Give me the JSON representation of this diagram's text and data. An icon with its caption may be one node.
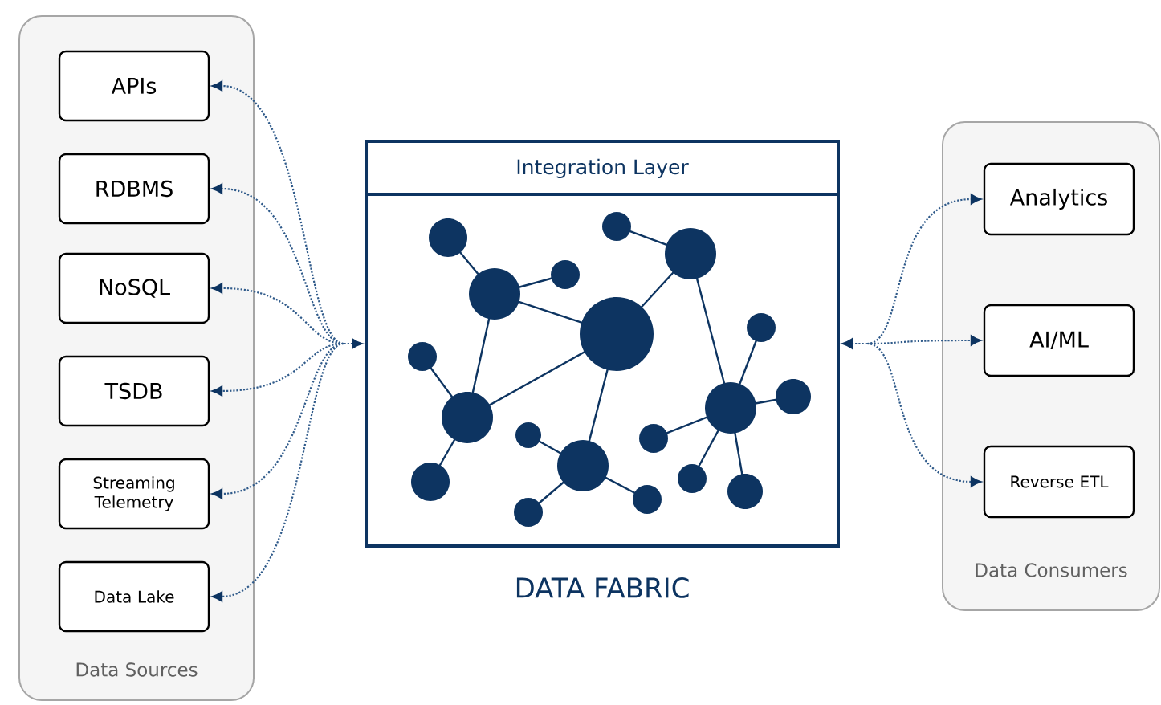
{
  "diagram": {
    "nodes": [
      {
        "text": [
          "Data Sources"
        ]
      },
      {
        "text": [
          "APIs"
        ],
        "in": 0
      },
      {
        "text": [
          "RDBMS"
        ],
        "in": 0
      },
      {
        "text": [
          "NoSQL"
        ],
        "in": 0
      },
      {
        "text": [
          "TSDB"
        ],
        "in": 0
      },
      {
        "text": [
          "Streaming Telemetry"
        ],
        "in": 0
      },
      {
        "text": [
          "Data Lake"
        ],
        "in": 0
      },
      {
        "text": [
          "Integration Layer"
        ],
        "beside": [
          "DATA FABRIC"
        ]
      },
      {
        "text": [
          "Data Consumers"
        ]
      },
      {
        "text": [
          "Analytics"
        ],
        "in": 8
      },
      {
        "text": [
          "AI/ML"
        ],
        "in": 8
      },
      {
        "text": [
          "Reverse ETL"
        ],
        "in": 8
      }
    ],
    "edges": [
      {
        "from": 7,
        "to": 1,
        "arrow": "both",
        "style": "dashed"
      },
      {
        "from": 7,
        "to": 2,
        "arrow": "both",
        "style": "dashed"
      },
      {
        "from": 7,
        "to": 3,
        "arrow": "both",
        "style": "dashed"
      },
      {
        "from": 7,
        "to": 4,
        "arrow": "both",
        "style": "dashed"
      },
      {
        "from": 7,
        "to": 5,
        "arrow": "both",
        "style": "dashed"
      },
      {
        "from": 7,
        "to": 6,
        "arrow": "both",
        "style": "dashed"
      },
      {
        "from": 7,
        "to": 9,
        "arrow": "both",
        "style": "dashed"
      },
      {
        "from": 7,
        "to": 10,
        "arrow": "both",
        "style": "dashed"
      },
      {
        "from": 7,
        "to": 11,
        "arrow": "both",
        "style": "dashed"
      }
    ]
  }
}
